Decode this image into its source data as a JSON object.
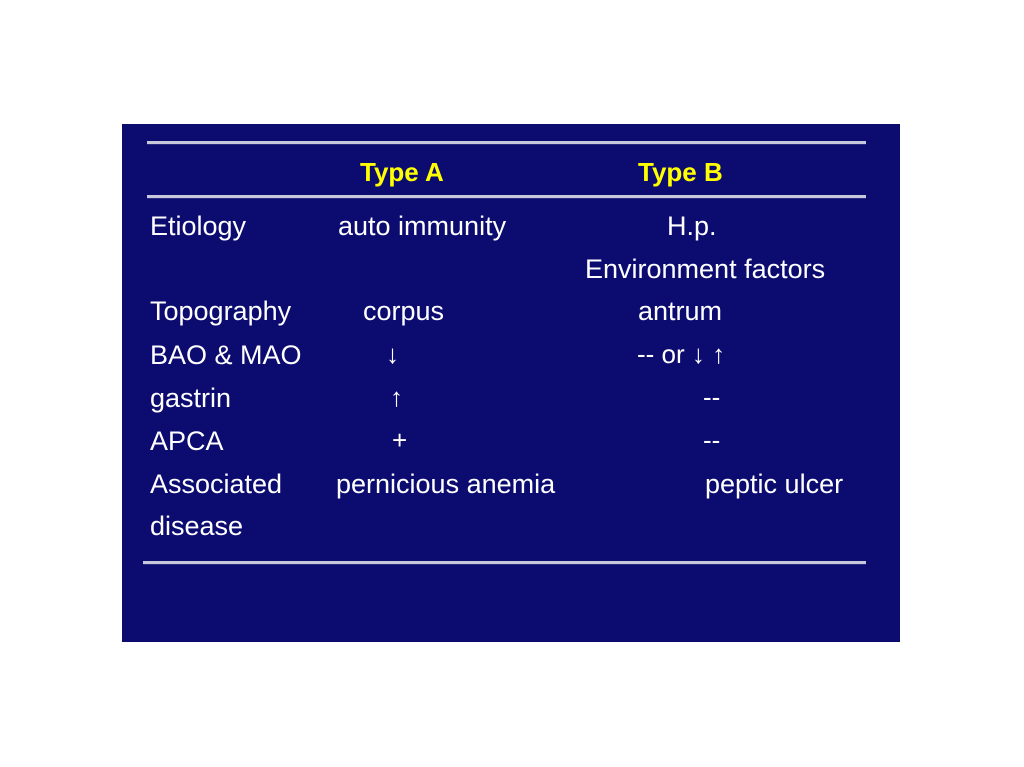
{
  "slide": {
    "background_color": "#0b0b70",
    "page_background_color": "#ffffff",
    "rule_color": "#c8c8dc",
    "header_color": "#ffff00",
    "body_color": "#ffffff",
    "columns": {
      "feature": "",
      "type_a": "Type A",
      "type_b": "Type B"
    },
    "rows": [
      {
        "feature": "Etiology",
        "type_a": "auto immunity",
        "type_b": "H.p.",
        "type_b_line2": "Environment factors"
      },
      {
        "feature": "Topography",
        "type_a": "corpus",
        "type_b": "antrum"
      },
      {
        "feature": "BAO & MAO",
        "type_a": "↓",
        "type_b": "-- or ↓ ↑"
      },
      {
        "feature": "gastrin",
        "type_a": "↑",
        "type_b": "--"
      },
      {
        "feature": "APCA",
        "type_a": "+",
        "type_b": "--"
      },
      {
        "feature": "Associated",
        "feature_line2": "disease",
        "type_a": "pernicious anemia",
        "type_b": "peptic ulcer"
      }
    ]
  }
}
